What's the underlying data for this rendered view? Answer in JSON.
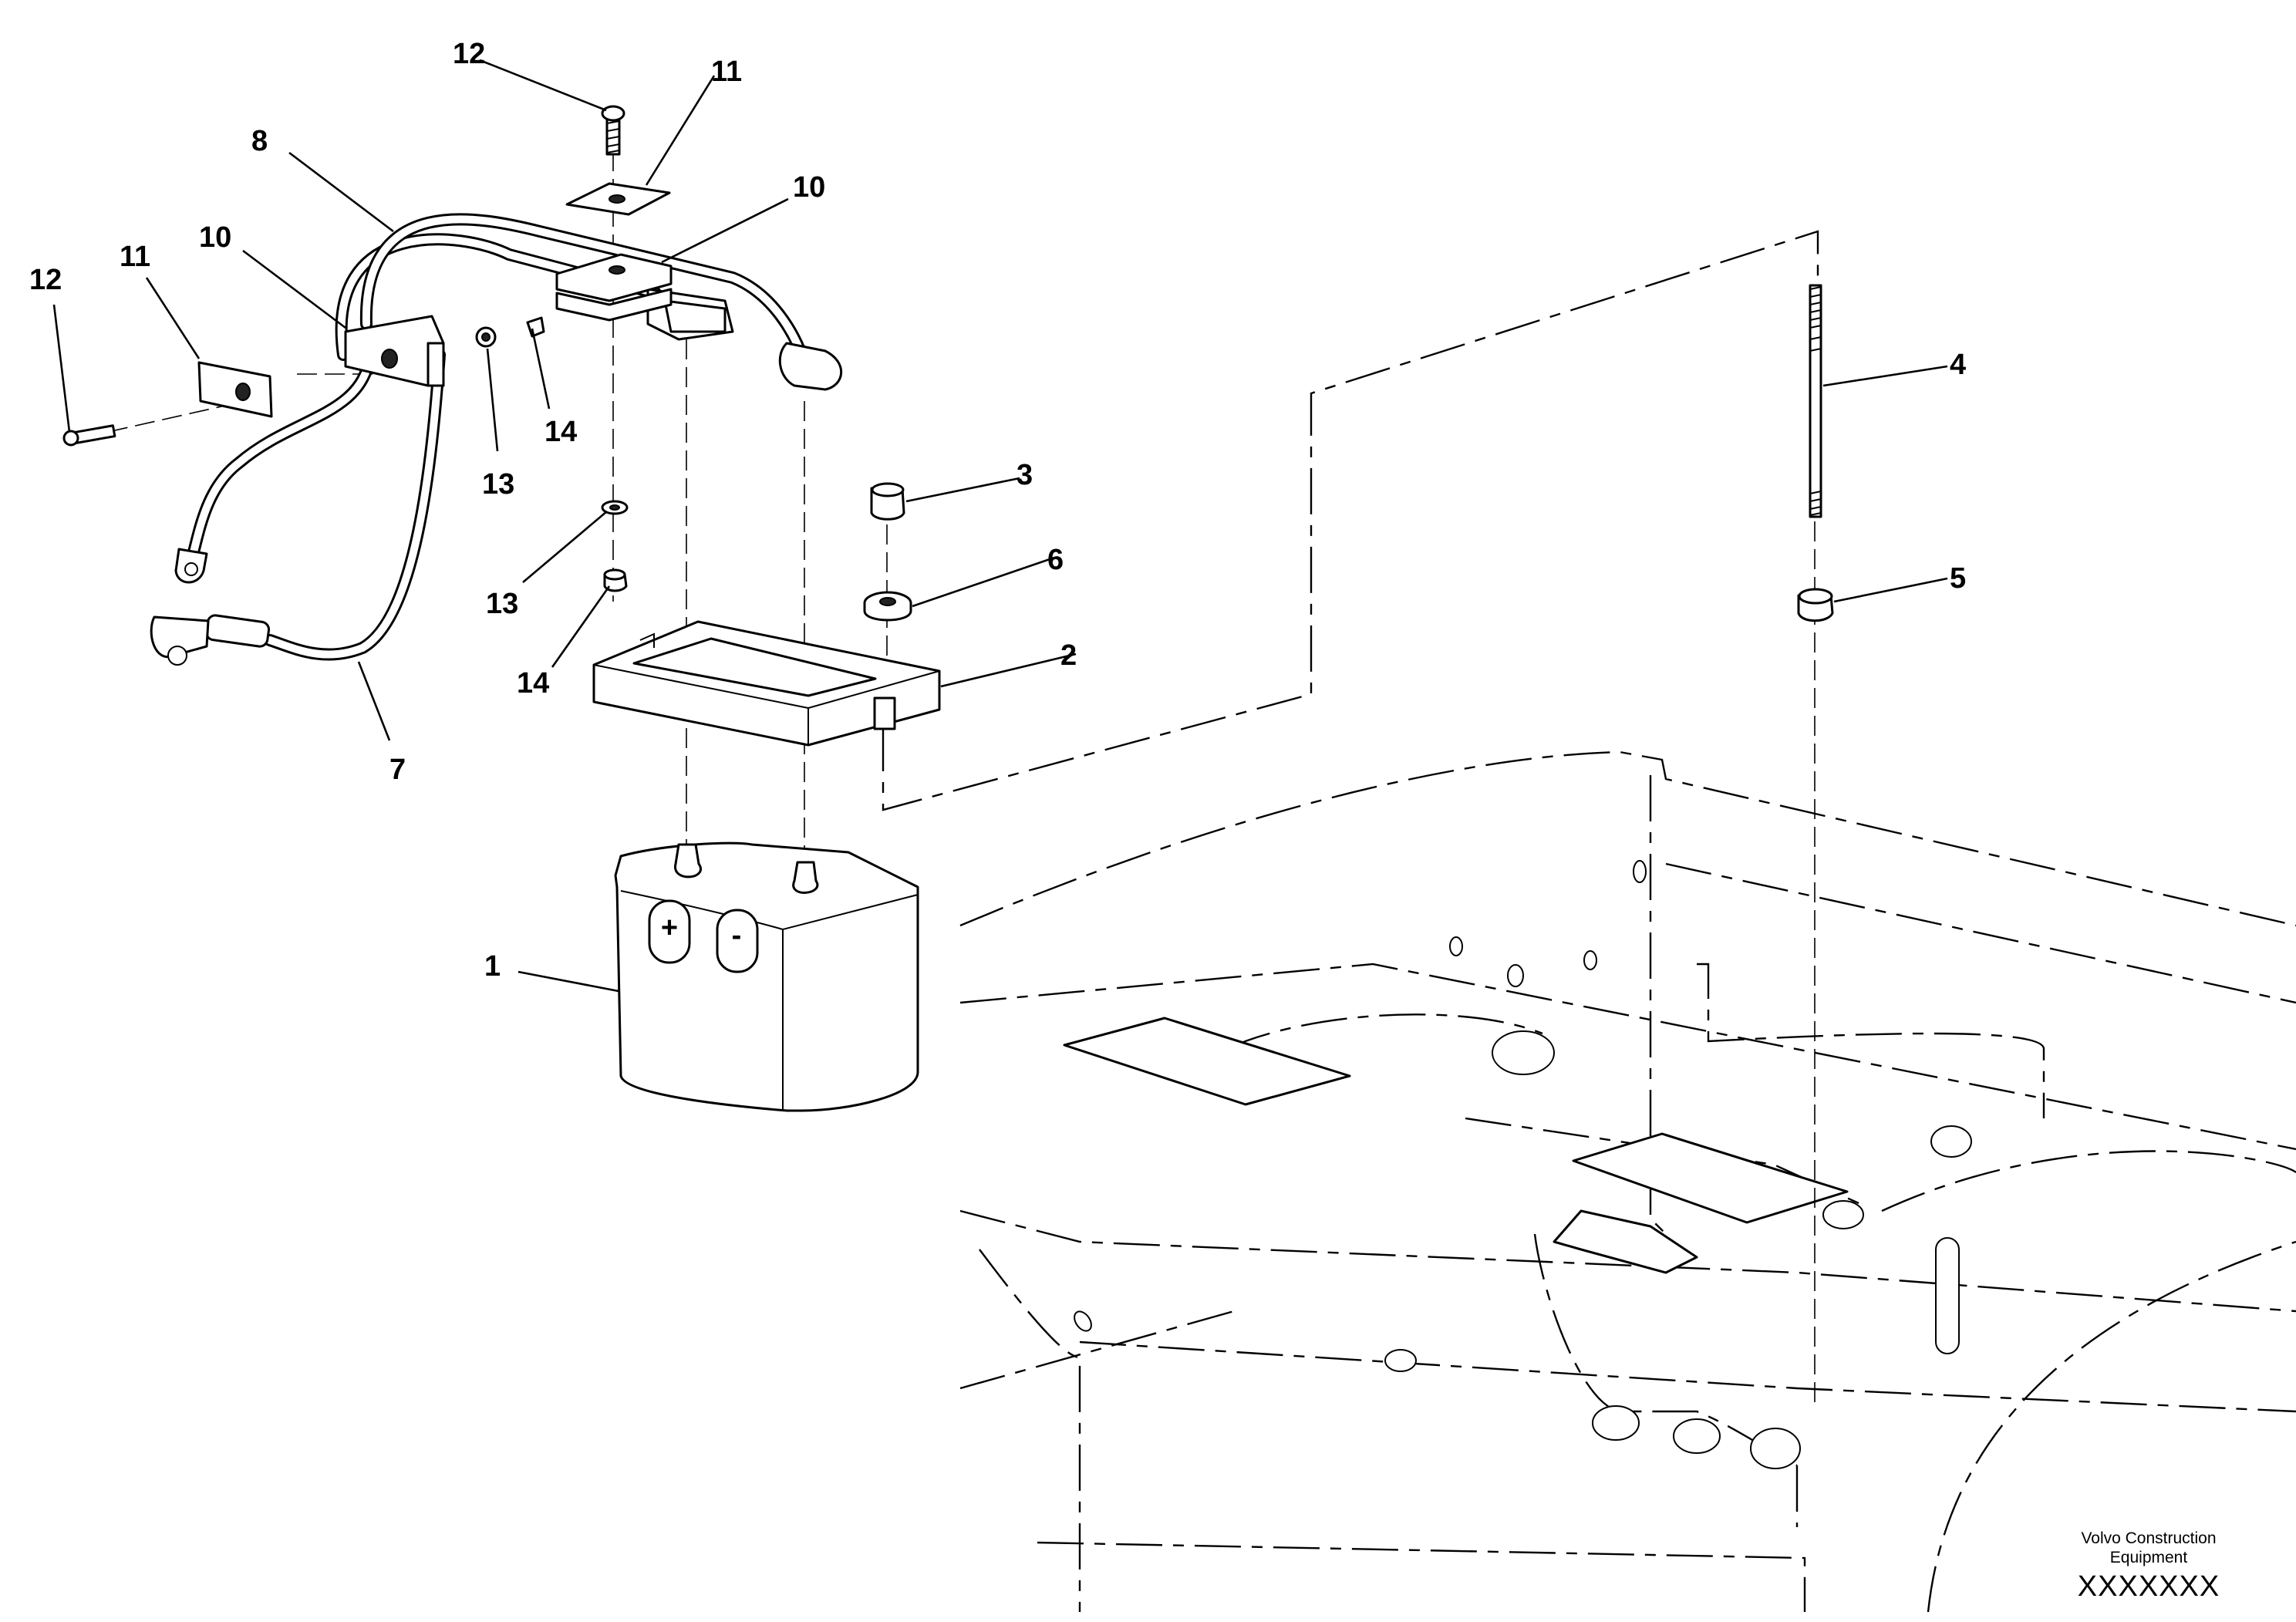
{
  "drawing": {
    "callouts": [
      "1",
      "2",
      "3",
      "4",
      "5",
      "6",
      "7",
      "8",
      "10",
      "10",
      "11",
      "11",
      "12",
      "12",
      "13",
      "13",
      "14",
      "14"
    ],
    "part_icons": [
      "battery-icon",
      "battery-tray-icon",
      "nut-icon",
      "stud-icon",
      "nut-icon",
      "spacer-icon",
      "cable-icon",
      "cable-icon",
      "clamp-icon",
      "washer-plate-icon",
      "bolt-icon",
      "washer-icon",
      "locknut-icon"
    ]
  },
  "terminals": {
    "positive": "+",
    "negative": "-"
  },
  "footer": {
    "company": "Volvo Construction Equipment",
    "code": "XXXXXXX"
  }
}
